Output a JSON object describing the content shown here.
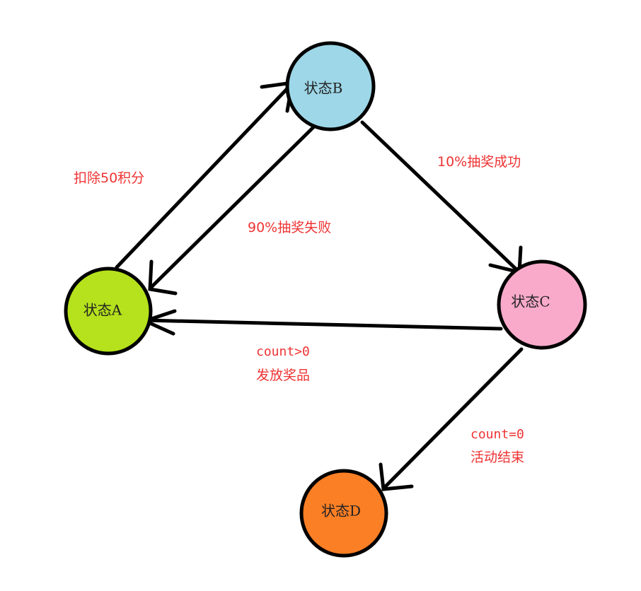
{
  "nodes": {
    "a": {
      "label": "状态A",
      "color": "#b5e21c"
    },
    "b": {
      "label": "状态B",
      "color": "#9dd7e8"
    },
    "c": {
      "label": "状态C",
      "color": "#f9aacb"
    },
    "d": {
      "label": "状态D",
      "color": "#fb7f25"
    }
  },
  "edges": {
    "a_to_b": {
      "label": "扣除50积分"
    },
    "b_to_a": {
      "label": "90%抽奖失败"
    },
    "b_to_c": {
      "label": "10%抽奖成功"
    },
    "c_to_a": {
      "line1": "count>0",
      "line2": "发放奖品"
    },
    "c_to_d": {
      "line1": "count=0",
      "line2": "活动结束"
    }
  },
  "label_color": "#ee3333"
}
